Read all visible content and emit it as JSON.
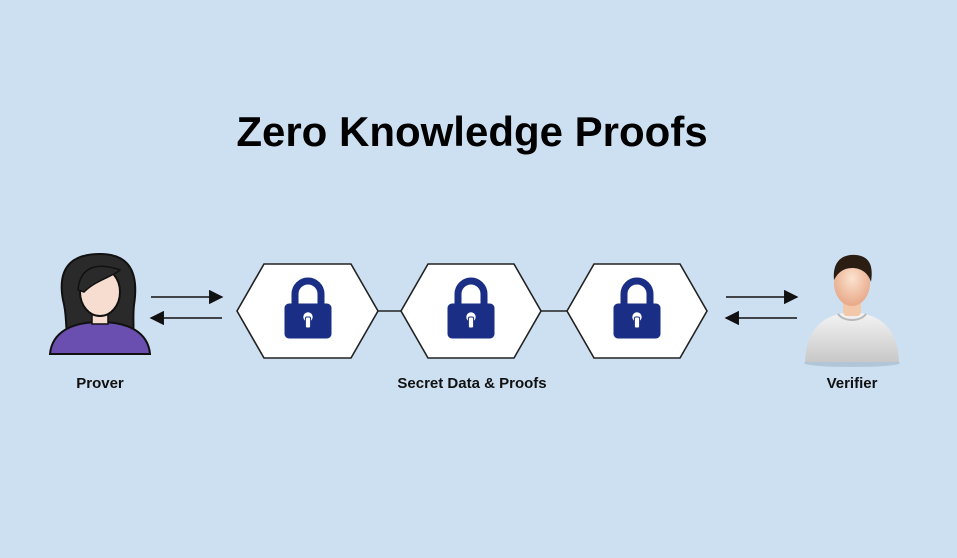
{
  "title": "Zero Knowledge Proofs",
  "actors": {
    "prover": {
      "label": "Prover",
      "icon": "woman-user-icon"
    },
    "verifier": {
      "label": "Verifier",
      "icon": "man-user-icon"
    }
  },
  "center": {
    "label": "Secret Data & Proofs",
    "node_count": 3,
    "node_icon": "padlock-icon"
  },
  "colors": {
    "background": "#cde0f2",
    "lock": "#1a2e86",
    "hexagon_fill": "#ffffff",
    "hexagon_stroke": "#222222",
    "prover_shirt": "#6a4fb0",
    "prover_hair": "#2a2a2a",
    "skin": "#f6ddd0",
    "verifier_shirt": "#e2e2e2",
    "verifier_hair": "#2b1d12",
    "verifier_skin": "#f2c8a8"
  }
}
